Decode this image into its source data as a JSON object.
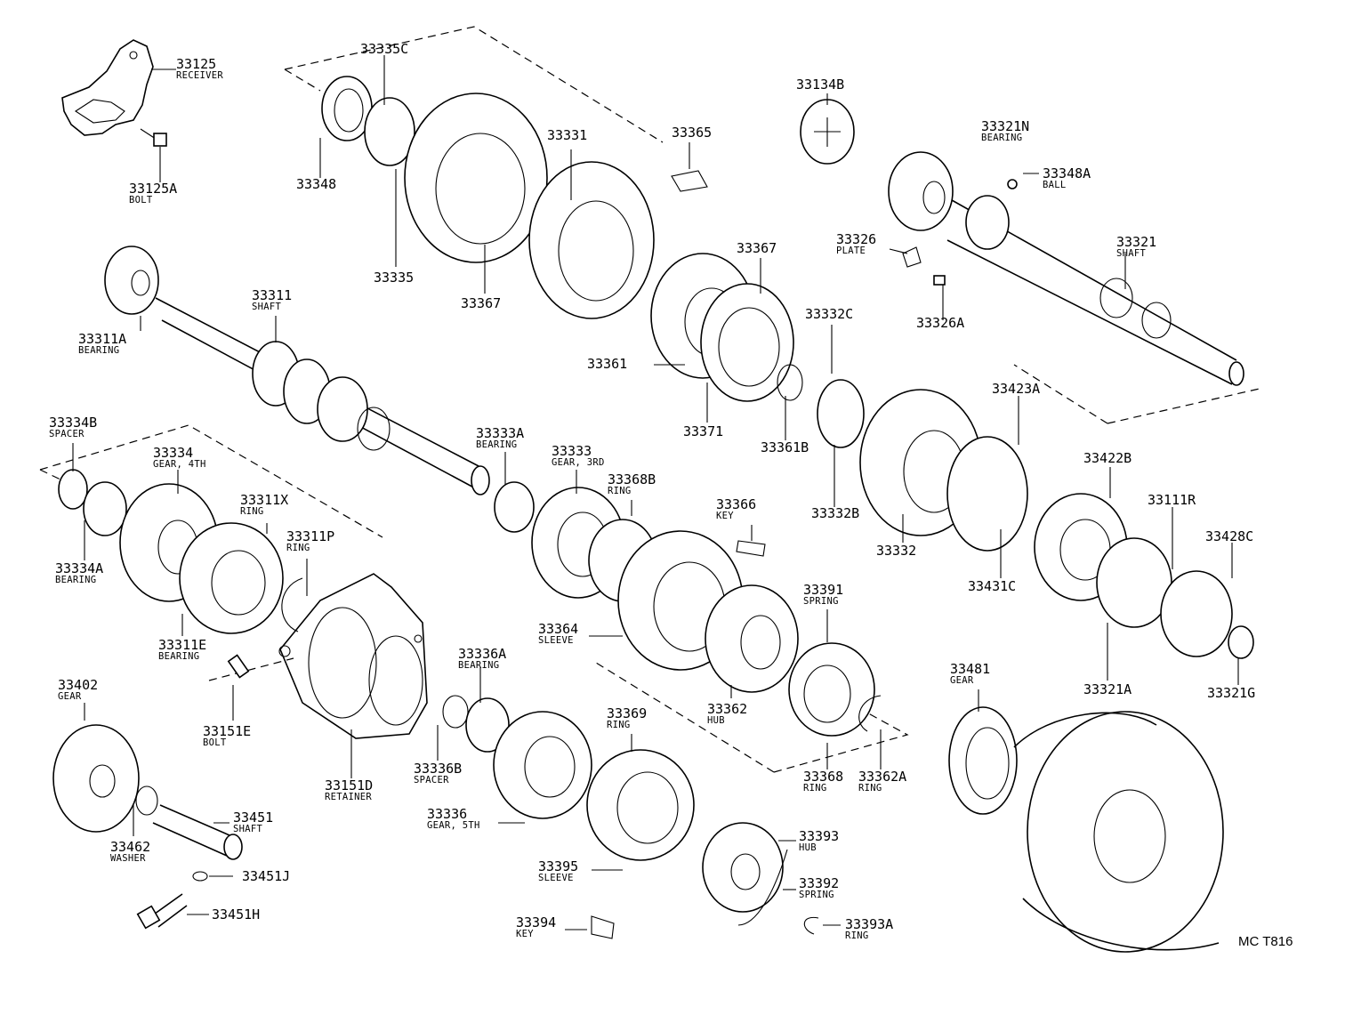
{
  "drawing_code": "MC T816",
  "parts": [
    {
      "id": "p33125",
      "number": "33125",
      "name": "RECEIVER"
    },
    {
      "id": "p33125A",
      "number": "33125A",
      "name": "BOLT"
    },
    {
      "id": "p33335C",
      "number": "33335C",
      "name": ""
    },
    {
      "id": "p33348",
      "number": "33348",
      "name": ""
    },
    {
      "id": "p33335",
      "number": "33335",
      "name": ""
    },
    {
      "id": "p33331",
      "number": "33331",
      "name": ""
    },
    {
      "id": "p33367a",
      "number": "33367",
      "name": ""
    },
    {
      "id": "p33365",
      "number": "33365",
      "name": ""
    },
    {
      "id": "p33367b",
      "number": "33367",
      "name": ""
    },
    {
      "id": "p33361",
      "number": "33361",
      "name": ""
    },
    {
      "id": "p33371",
      "number": "33371",
      "name": ""
    },
    {
      "id": "p33134B",
      "number": "33134B",
      "name": ""
    },
    {
      "id": "p33321N",
      "number": "33321N",
      "name": "BEARING"
    },
    {
      "id": "p33348A",
      "number": "33348A",
      "name": "BALL"
    },
    {
      "id": "p33326",
      "number": "33326",
      "name": "PLATE"
    },
    {
      "id": "p33326A",
      "number": "33326A",
      "name": ""
    },
    {
      "id": "p33321",
      "number": "33321",
      "name": "SHAFT"
    },
    {
      "id": "p33332C",
      "number": "33332C",
      "name": ""
    },
    {
      "id": "p33361B",
      "number": "33361B",
      "name": ""
    },
    {
      "id": "p33332B",
      "number": "33332B",
      "name": ""
    },
    {
      "id": "p33332",
      "number": "33332",
      "name": ""
    },
    {
      "id": "p33423A",
      "number": "33423A",
      "name": ""
    },
    {
      "id": "p33422B",
      "number": "33422B",
      "name": ""
    },
    {
      "id": "p33111R",
      "number": "33111R",
      "name": ""
    },
    {
      "id": "p33428C",
      "number": "33428C",
      "name": ""
    },
    {
      "id": "p33431C",
      "number": "33431C",
      "name": ""
    },
    {
      "id": "p33321A",
      "number": "33321A",
      "name": ""
    },
    {
      "id": "p33321G",
      "number": "33321G",
      "name": ""
    },
    {
      "id": "p33311A",
      "number": "33311A",
      "name": "BEARING"
    },
    {
      "id": "p33311",
      "number": "33311",
      "name": "SHAFT"
    },
    {
      "id": "p33334B",
      "number": "33334B",
      "name": "SPACER"
    },
    {
      "id": "p33334",
      "number": "33334",
      "name": "GEAR, 4TH"
    },
    {
      "id": "p33311X",
      "number": "33311X",
      "name": "RING"
    },
    {
      "id": "p33311P",
      "number": "33311P",
      "name": "RING"
    },
    {
      "id": "p33334A",
      "number": "33334A",
      "name": "BEARING"
    },
    {
      "id": "p33311E",
      "number": "33311E",
      "name": "BEARING"
    },
    {
      "id": "p33333A",
      "number": "33333A",
      "name": "BEARING"
    },
    {
      "id": "p33333",
      "number": "33333",
      "name": "GEAR, 3RD"
    },
    {
      "id": "p33368B",
      "number": "33368B",
      "name": "RING"
    },
    {
      "id": "p33366",
      "number": "33366",
      "name": "KEY"
    },
    {
      "id": "p33391",
      "number": "33391",
      "name": "SPRING"
    },
    {
      "id": "p33364",
      "number": "33364",
      "name": "SLEEVE"
    },
    {
      "id": "p33362",
      "number": "33362",
      "name": "HUB"
    },
    {
      "id": "p33368",
      "number": "33368",
      "name": "RING"
    },
    {
      "id": "p33362A",
      "number": "33362A",
      "name": "RING"
    },
    {
      "id": "p33402",
      "number": "33402",
      "name": "GEAR"
    },
    {
      "id": "p33151E",
      "number": "33151E",
      "name": "BOLT"
    },
    {
      "id": "p33151D",
      "number": "33151D",
      "name": "RETAINER"
    },
    {
      "id": "p33336A",
      "number": "33336A",
      "name": "BEARING"
    },
    {
      "id": "p33336B",
      "number": "33336B",
      "name": "SPACER"
    },
    {
      "id": "p33369",
      "number": "33369",
      "name": "RING"
    },
    {
      "id": "p33336",
      "number": "33336",
      "name": "GEAR, 5TH"
    },
    {
      "id": "p33393",
      "number": "33393",
      "name": "HUB"
    },
    {
      "id": "p33392",
      "number": "33392",
      "name": "SPRING"
    },
    {
      "id": "p33395",
      "number": "33395",
      "name": "SLEEVE"
    },
    {
      "id": "p33394",
      "number": "33394",
      "name": "KEY"
    },
    {
      "id": "p33393A",
      "number": "33393A",
      "name": "RING"
    },
    {
      "id": "p33462",
      "number": "33462",
      "name": "WASHER"
    },
    {
      "id": "p33451",
      "number": "33451",
      "name": "SHAFT"
    },
    {
      "id": "p33451J",
      "number": "33451J",
      "name": ""
    },
    {
      "id": "p33451H",
      "number": "33451H",
      "name": ""
    },
    {
      "id": "p33481",
      "number": "33481",
      "name": "GEAR"
    }
  ]
}
